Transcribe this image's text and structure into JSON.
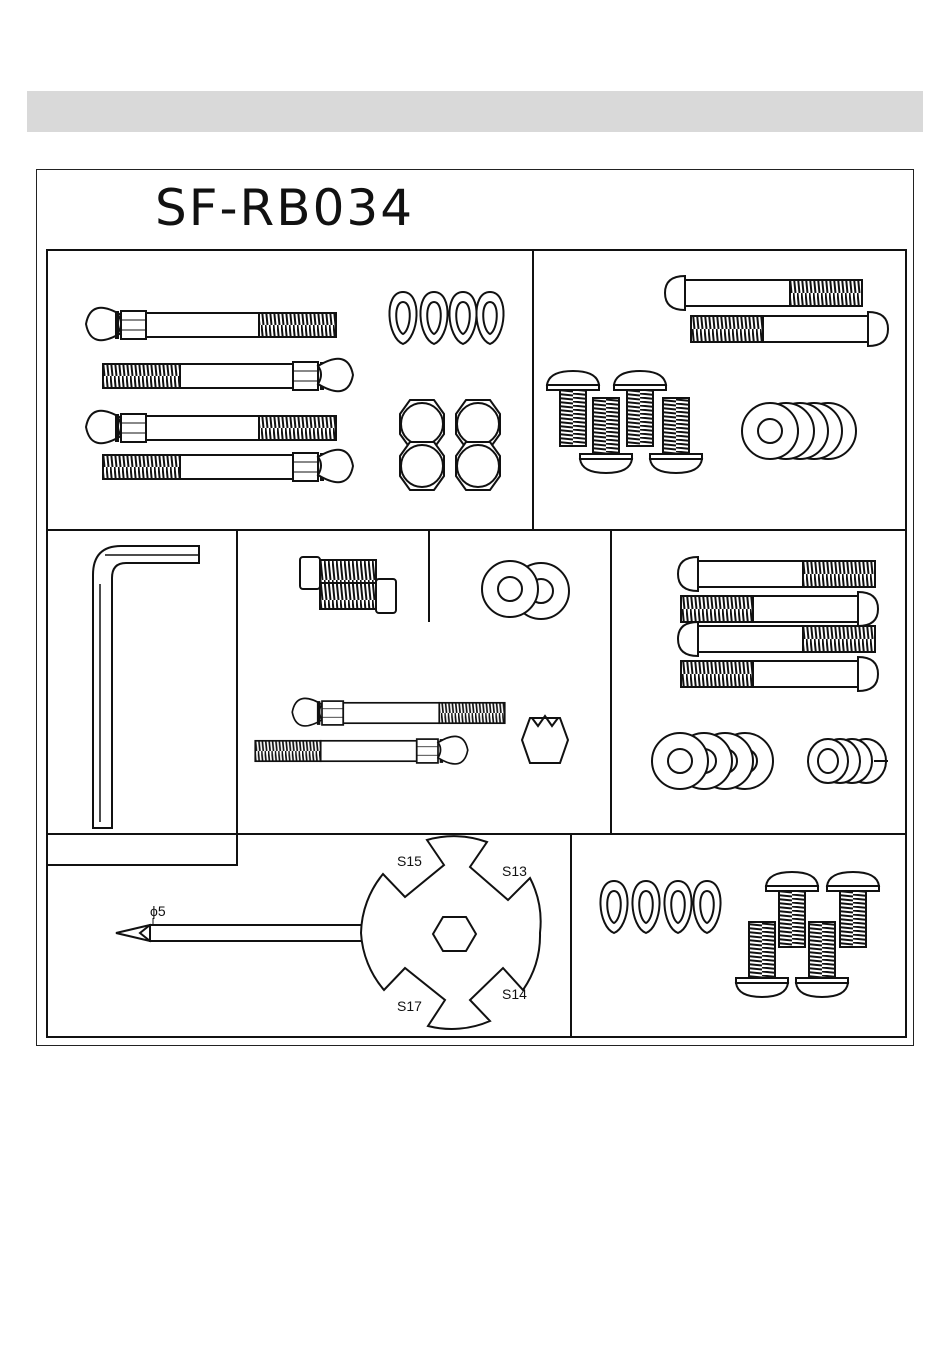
{
  "header": {
    "model": "SF-RB034"
  },
  "tool": {
    "rod_label": "ϕ5",
    "wrench_sizes": [
      "S15",
      "S13",
      "S17",
      "S14"
    ]
  },
  "colors": {
    "header_bar": "#d9d9d9",
    "line": "#111111"
  }
}
